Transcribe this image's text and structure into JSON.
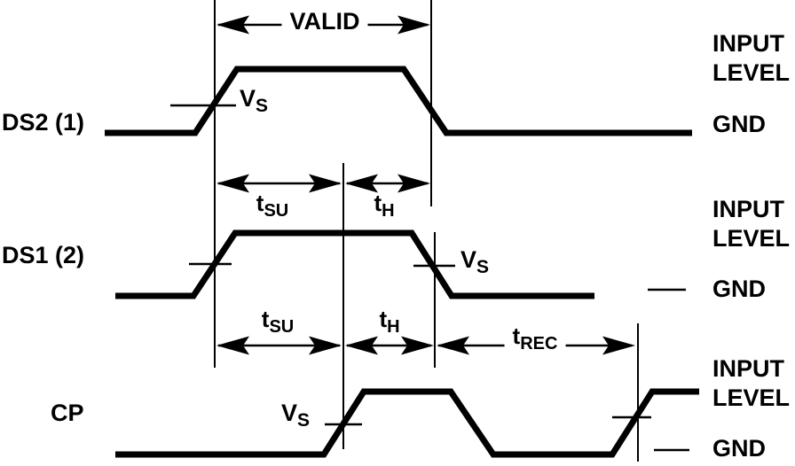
{
  "signals": {
    "ds2": {
      "label": "DS2 (1)"
    },
    "ds1": {
      "label": "DS1 (2)"
    },
    "cp": {
      "label": "CP"
    }
  },
  "annotations": {
    "valid": "VALID",
    "tsu": {
      "base": "t",
      "sub": "SU"
    },
    "th": {
      "base": "t",
      "sub": "H"
    },
    "trec": {
      "base": "t",
      "sub": "REC"
    },
    "vs": {
      "base": "V",
      "sub": "S"
    }
  },
  "right_labels": {
    "blocks": [
      {
        "line1": "INPUT",
        "line2": "LEVEL",
        "gnd": "GND"
      },
      {
        "line1": "INPUT",
        "line2": "LEVEL",
        "gnd": "GND"
      },
      {
        "line1": "INPUT",
        "line2": "LEVEL",
        "gnd": "GND"
      }
    ]
  },
  "colors": {
    "ink": "#000000",
    "background": "#ffffff"
  }
}
